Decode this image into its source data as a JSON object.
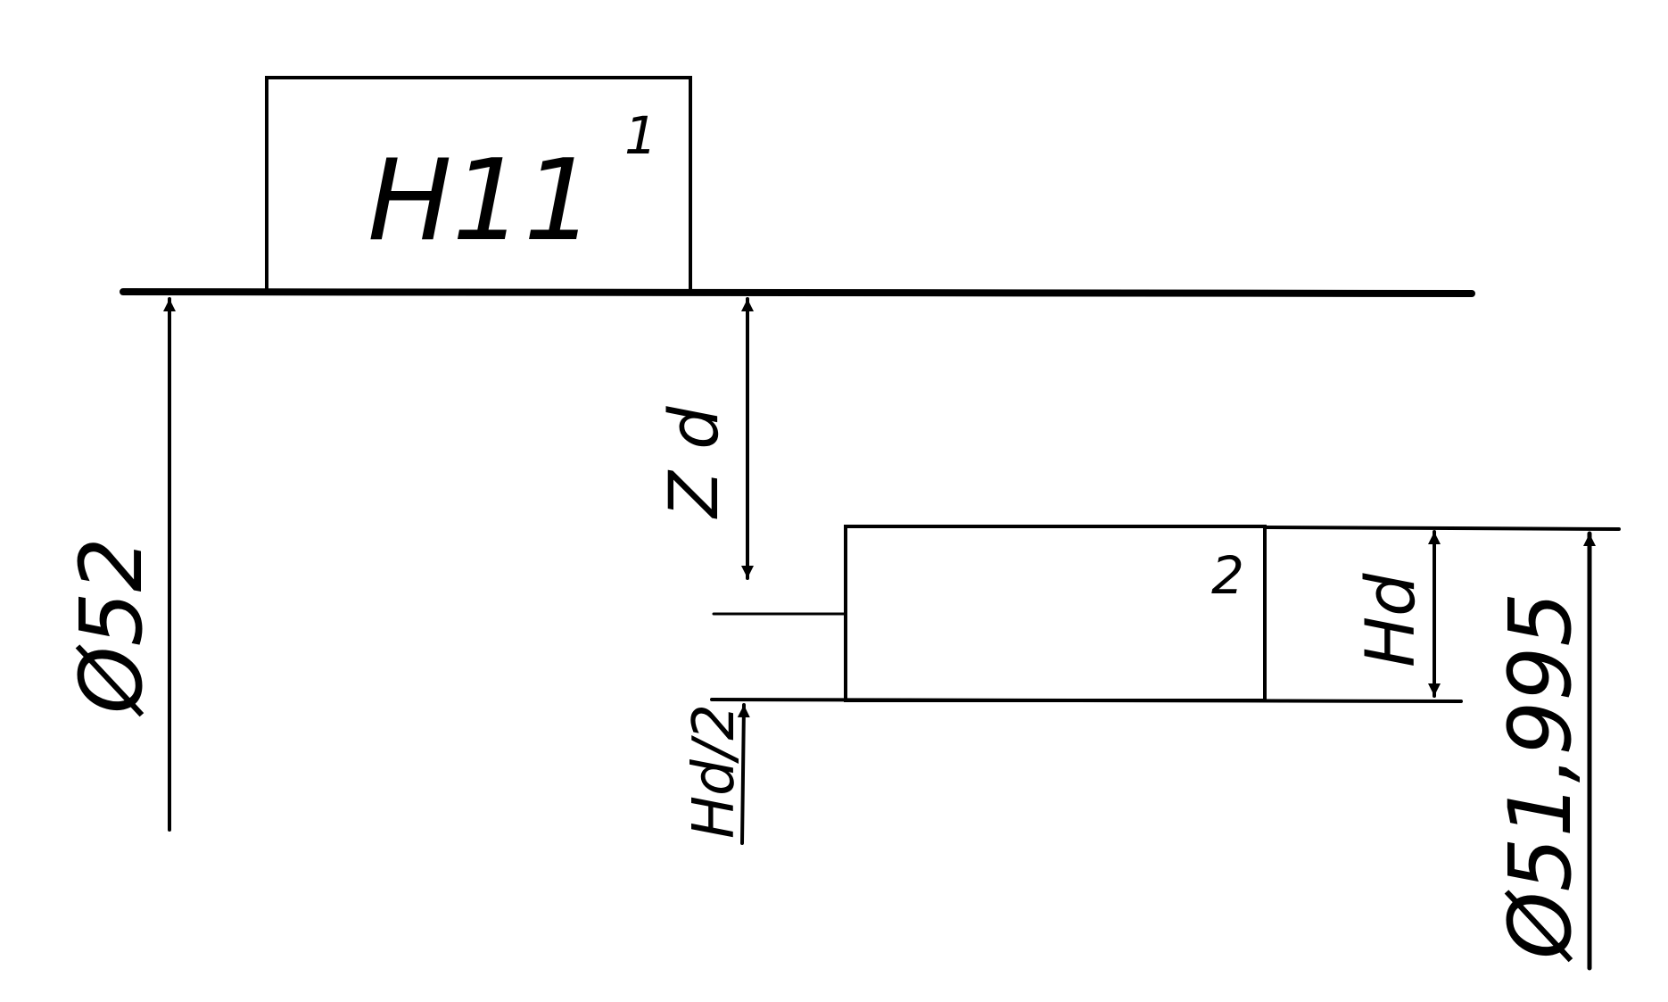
{
  "diagram": {
    "colors": {
      "ink": "#000000",
      "paper": "#ffffff"
    },
    "labels": {
      "field_1_tolerance": "H11",
      "field_1_number": "1",
      "field_2_number": "2",
      "diameter_nominal": "Ø52",
      "diameter_calibre": "Ø51,995",
      "allowance": "Z d",
      "tolerance_width": "Hd",
      "half_tolerance": "Hd/2"
    }
  }
}
